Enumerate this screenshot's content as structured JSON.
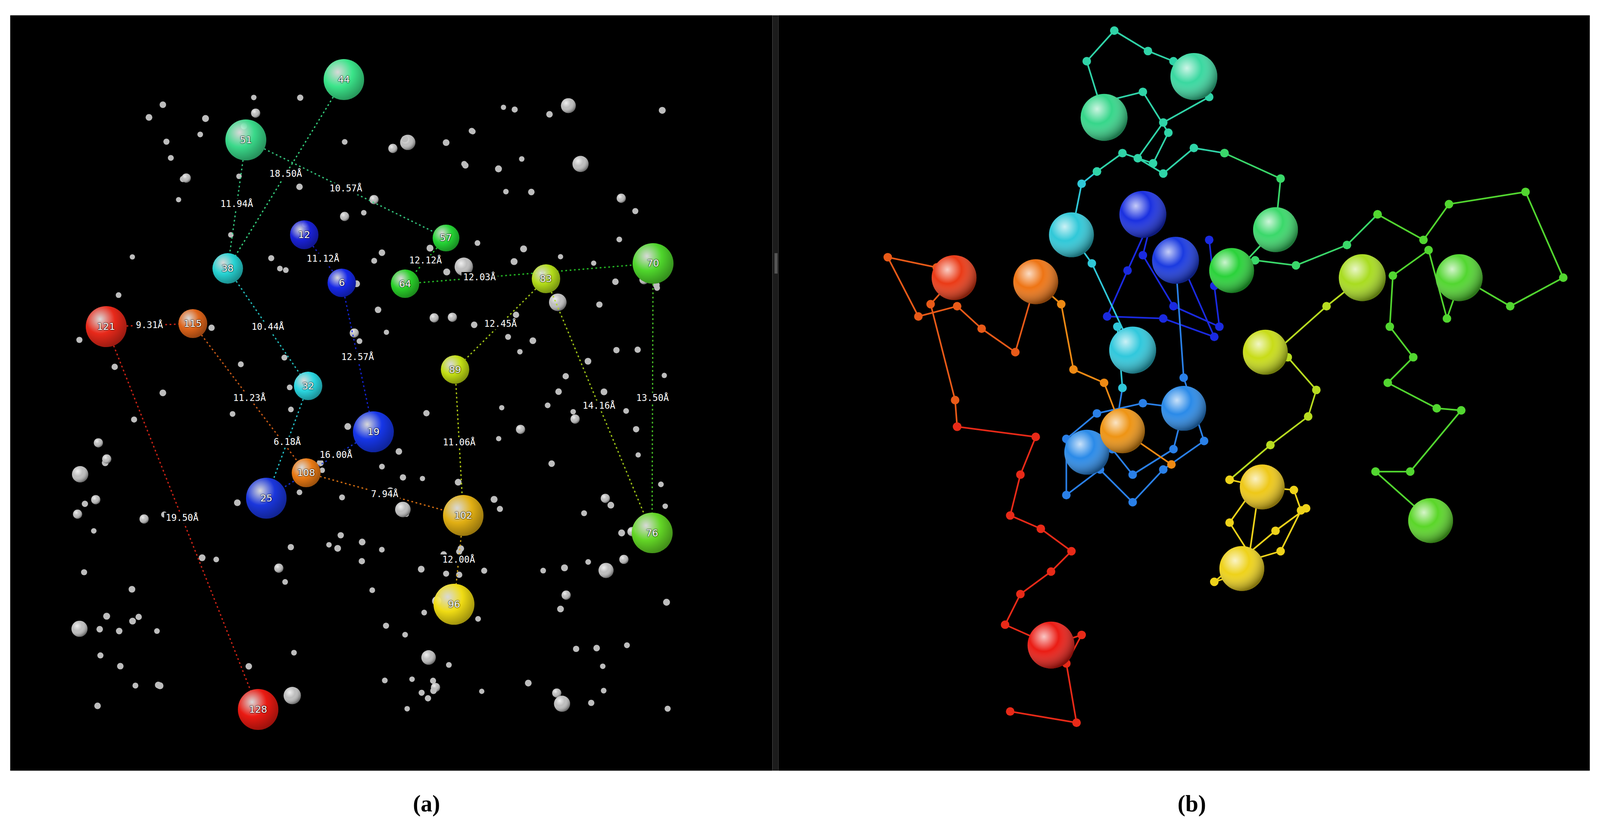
{
  "diagram": {
    "nodes": [
      {
        "text": [
          "44"
        ]
      },
      {
        "text": [
          "51"
        ]
      },
      {
        "text": [
          "12"
        ]
      },
      {
        "text": [
          "57"
        ]
      },
      {
        "text": [
          "38"
        ]
      },
      {
        "text": [
          "6"
        ]
      },
      {
        "text": [
          "64"
        ]
      },
      {
        "text": [
          "83"
        ]
      },
      {
        "text": [
          "70"
        ]
      },
      {
        "text": [
          "121"
        ]
      },
      {
        "text": [
          "115"
        ]
      },
      {
        "text": [
          "89"
        ]
      },
      {
        "text": [
          "32"
        ]
      },
      {
        "text": [
          "19"
        ]
      },
      {
        "text": [
          "108"
        ]
      },
      {
        "text": [
          "25"
        ]
      },
      {
        "text": [
          "102"
        ]
      },
      {
        "text": [
          "76"
        ]
      },
      {
        "text": [
          "96"
        ]
      },
      {
        "text": [
          "128"
        ]
      }
    ],
    "edges": [
      {
        "from": 0,
        "to": 4,
        "arrow": "none",
        "label": "18.50Å"
      },
      {
        "from": 1,
        "to": 3,
        "arrow": "none",
        "label": "10.57Å"
      },
      {
        "from": 1,
        "to": 4,
        "arrow": "none",
        "label": "11.94Å"
      },
      {
        "from": 2,
        "to": 5,
        "arrow": "none",
        "label": "11.12Å"
      },
      {
        "from": 5,
        "to": 13,
        "arrow": "none",
        "label": "12.57Å"
      },
      {
        "from": 3,
        "to": 6,
        "arrow": "none",
        "label": "12.12Å"
      },
      {
        "from": 6,
        "to": 8,
        "arrow": "none",
        "label": "12.03Å"
      },
      {
        "from": 7,
        "to": 11,
        "arrow": "none",
        "label": "12.45Å"
      },
      {
        "from": 7,
        "to": 17,
        "arrow": "none",
        "label": "14.16Å"
      },
      {
        "from": 8,
        "to": 17,
        "arrow": "none",
        "label": "13.50Å"
      },
      {
        "from": 9,
        "to": 10,
        "arrow": "none",
        "label": "9.31Å"
      },
      {
        "from": 9,
        "to": 19,
        "arrow": "none",
        "label": "19.50Å"
      },
      {
        "from": 4,
        "to": 12,
        "arrow": "none",
        "label": "10.44Å"
      },
      {
        "from": 10,
        "to": 14,
        "arrow": "none",
        "label": "11.23Å"
      },
      {
        "from": 12,
        "to": 15,
        "arrow": "none",
        "label": "6.18Å"
      },
      {
        "from": 13,
        "to": 15,
        "arrow": "none",
        "label": "16.00Å"
      },
      {
        "from": 14,
        "to": 16,
        "arrow": "none",
        "label": "7.94Å"
      },
      {
        "from": 11,
        "to": 16,
        "arrow": "none",
        "label": "11.06Å"
      },
      {
        "from": 16,
        "to": 18,
        "arrow": "none",
        "label": "12.00Å"
      }
    ],
    "labels": [
      "(a)",
      "(b)"
    ]
  }
}
